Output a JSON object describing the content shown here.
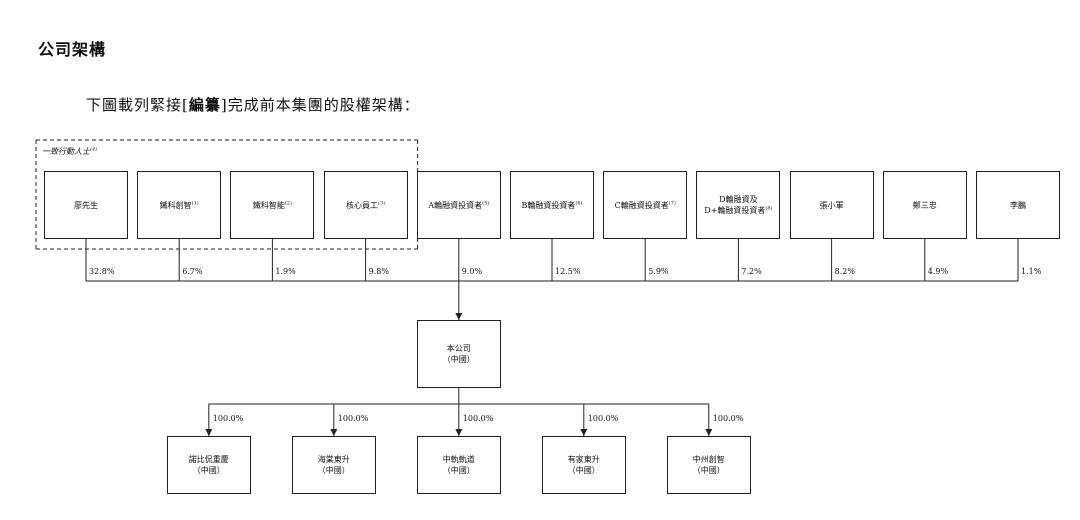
{
  "section_title": "公司架構",
  "intro": {
    "prefix": "下圖載列緊接[",
    "bold": "編纂",
    "suffix": "]完成前本集團的股權架構："
  },
  "group_label": "一致行動人士",
  "group_label_note": "(4)",
  "shareholders": [
    {
      "name": "廖先生",
      "note": "",
      "pct": "32.8%"
    },
    {
      "name": "鐵科創智",
      "note": "(1)",
      "pct": "6.7%"
    },
    {
      "name": "鐵科智能",
      "note": "(2)",
      "pct": "1.9%"
    },
    {
      "name": "核心員工",
      "note": "(3)",
      "pct": "9.8%"
    },
    {
      "name": "A輪融資投資者",
      "note": "(5)",
      "pct": "9.0%"
    },
    {
      "name": "B輪融資投資者",
      "note": "(6)",
      "pct": "12.5%"
    },
    {
      "name": "C輪融資投資者",
      "note": "(7)",
      "pct": "5.9%"
    },
    {
      "name": "D輪融資及\nD+輪融資投資者",
      "note": "(8)",
      "pct": "7.2%"
    },
    {
      "name": "張小軍",
      "note": "",
      "pct": "8.2%"
    },
    {
      "name": "鄭三忠",
      "note": "",
      "pct": "4.9%"
    },
    {
      "name": "李鵬",
      "note": "",
      "pct": "1.1%"
    }
  ],
  "company": {
    "name": "本公司",
    "place": "（中國）"
  },
  "subsidiaries": [
    {
      "name": "諾比侃重慶",
      "place": "（中國）",
      "pct": "100.0%"
    },
    {
      "name": "海棠東升",
      "place": "（中國）",
      "pct": "100.0%"
    },
    {
      "name": "中軌軌道",
      "place": "（中國）",
      "pct": "100.0%"
    },
    {
      "name": "有家東升",
      "place": "（中國）",
      "pct": "100.0%"
    },
    {
      "name": "中州創智",
      "place": "（中國）",
      "pct": "100.0%"
    }
  ]
}
